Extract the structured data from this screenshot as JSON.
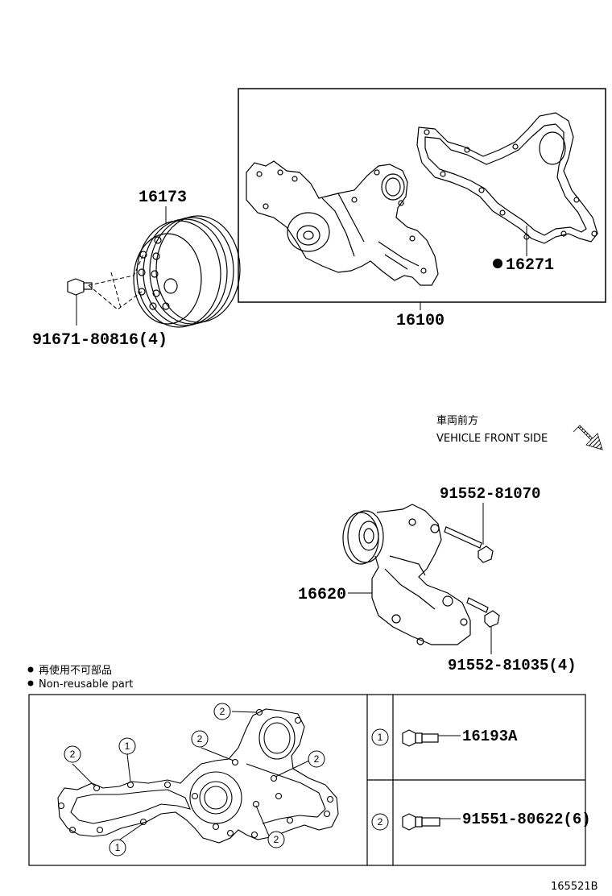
{
  "parts": {
    "pulley": "16173",
    "pulley_bolt": "91671-80816(4)",
    "pump_assy": "16100",
    "gasket": "16271",
    "tensioner": "16620",
    "tensioner_bolt_1": "91552-81070",
    "tensioner_bolt_2": "91552-81035(4)",
    "bolt_1": "16193A",
    "bolt_2": "91551-80622(6)"
  },
  "direction": {
    "label_jp": "車両前方",
    "label_en": "VEHICLE FRONT SIDE"
  },
  "legend": {
    "non_reusable_jp": "再使用不可部品",
    "non_reusable_en": "Non-reusable part"
  },
  "callouts": {
    "one": "1",
    "two": "2"
  },
  "figure_id": "165521B",
  "colors": {
    "line": "#000000",
    "background": "#ffffff"
  }
}
